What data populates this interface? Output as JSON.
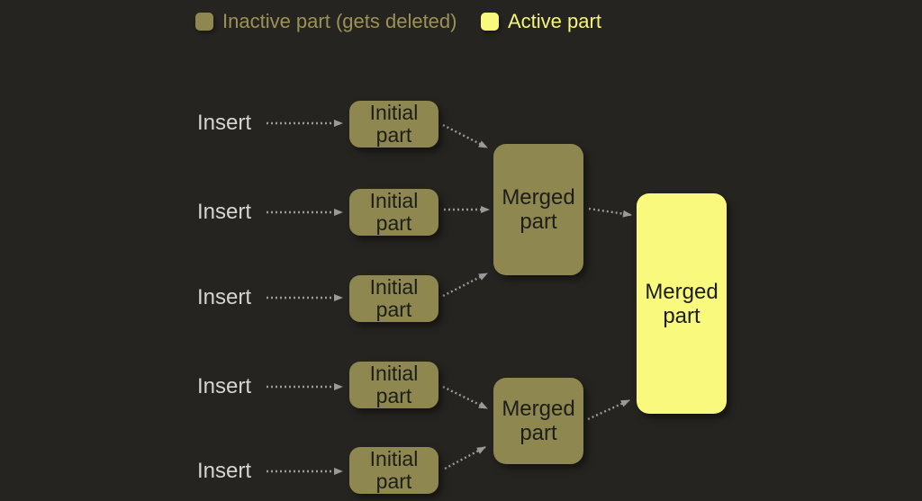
{
  "colors": {
    "background": "#252420",
    "inactive_fill": "#8e8850",
    "active_fill": "#f8f97d",
    "legend_inactive_text": "#9a9355",
    "legend_active_text": "#f5f678",
    "node_text": "#1d1d1a",
    "insert_text": "#d5d4d1",
    "arrow": "#9a9a9a"
  },
  "legend": {
    "inactive_label": "Inactive part (gets deleted)",
    "active_label": "Active part"
  },
  "diagram": {
    "inserts": [
      {
        "label": "Insert"
      },
      {
        "label": "Insert"
      },
      {
        "label": "Insert"
      },
      {
        "label": "Insert"
      },
      {
        "label": "Insert"
      }
    ],
    "initial_parts": [
      {
        "line1": "Initial",
        "line2": "part",
        "state": "inactive"
      },
      {
        "line1": "Initial",
        "line2": "part",
        "state": "inactive"
      },
      {
        "line1": "Initial",
        "line2": "part",
        "state": "inactive"
      },
      {
        "line1": "Initial",
        "line2": "part",
        "state": "inactive"
      },
      {
        "line1": "Initial",
        "line2": "part",
        "state": "inactive"
      }
    ],
    "merged_parts": [
      {
        "line1": "Merged",
        "line2": "part",
        "state": "inactive"
      },
      {
        "line1": "Merged",
        "line2": "part",
        "state": "inactive"
      },
      {
        "line1": "Merged",
        "line2": "part",
        "state": "active"
      }
    ],
    "edges": [
      {
        "from": "insert-1",
        "to": "initial-part-1"
      },
      {
        "from": "insert-2",
        "to": "initial-part-2"
      },
      {
        "from": "insert-3",
        "to": "initial-part-3"
      },
      {
        "from": "insert-4",
        "to": "initial-part-4"
      },
      {
        "from": "insert-5",
        "to": "initial-part-5"
      },
      {
        "from": "initial-part-1",
        "to": "merged-part-1"
      },
      {
        "from": "initial-part-2",
        "to": "merged-part-1"
      },
      {
        "from": "initial-part-3",
        "to": "merged-part-1"
      },
      {
        "from": "initial-part-4",
        "to": "merged-part-2"
      },
      {
        "from": "initial-part-5",
        "to": "merged-part-2"
      },
      {
        "from": "merged-part-1",
        "to": "merged-part-3"
      },
      {
        "from": "merged-part-2",
        "to": "merged-part-3"
      }
    ]
  }
}
